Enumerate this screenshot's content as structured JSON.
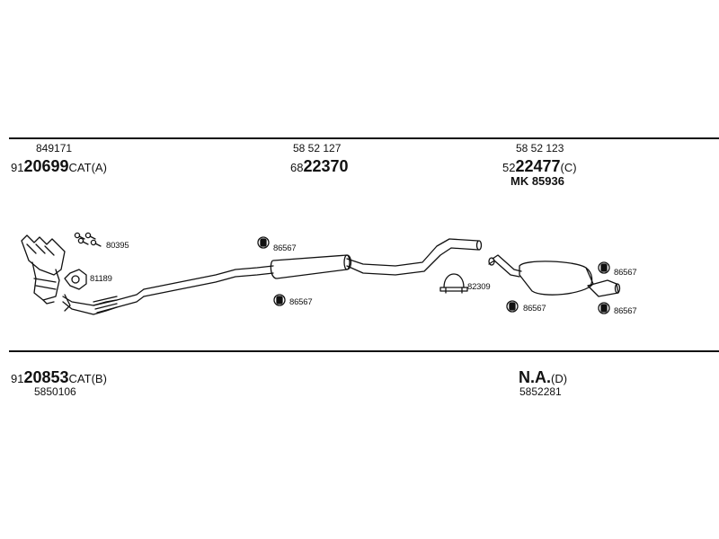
{
  "groups": {
    "left_top": {
      "code": "849171",
      "prefix": "91",
      "number": "20699",
      "suffix": "CAT(A)"
    },
    "center_top": {
      "code": "58 52 127",
      "prefix": "68",
      "number": "22370"
    },
    "right_top": {
      "code": "58 52 123",
      "prefix": "52",
      "number": "22477",
      "suffix": "(C)",
      "kit": "MK 85936"
    },
    "left_bottom": {
      "prefix": "91",
      "number": "20853",
      "suffix": "CAT(B)",
      "code": "5850106"
    },
    "right_bottom": {
      "number": "N.A.",
      "suffix": "(D)",
      "code": "5852281"
    }
  },
  "parts": {
    "bolts": "80395",
    "gasket": "81189",
    "hanger_upper_center": "86567",
    "hanger_lower_center": "86567",
    "clamp": "82309",
    "hanger_lower_rear": "86567",
    "hanger_upper_right": "86567",
    "hanger_lower_right": "86567"
  },
  "colors": {
    "line": "#111111",
    "background": "#ffffff"
  }
}
